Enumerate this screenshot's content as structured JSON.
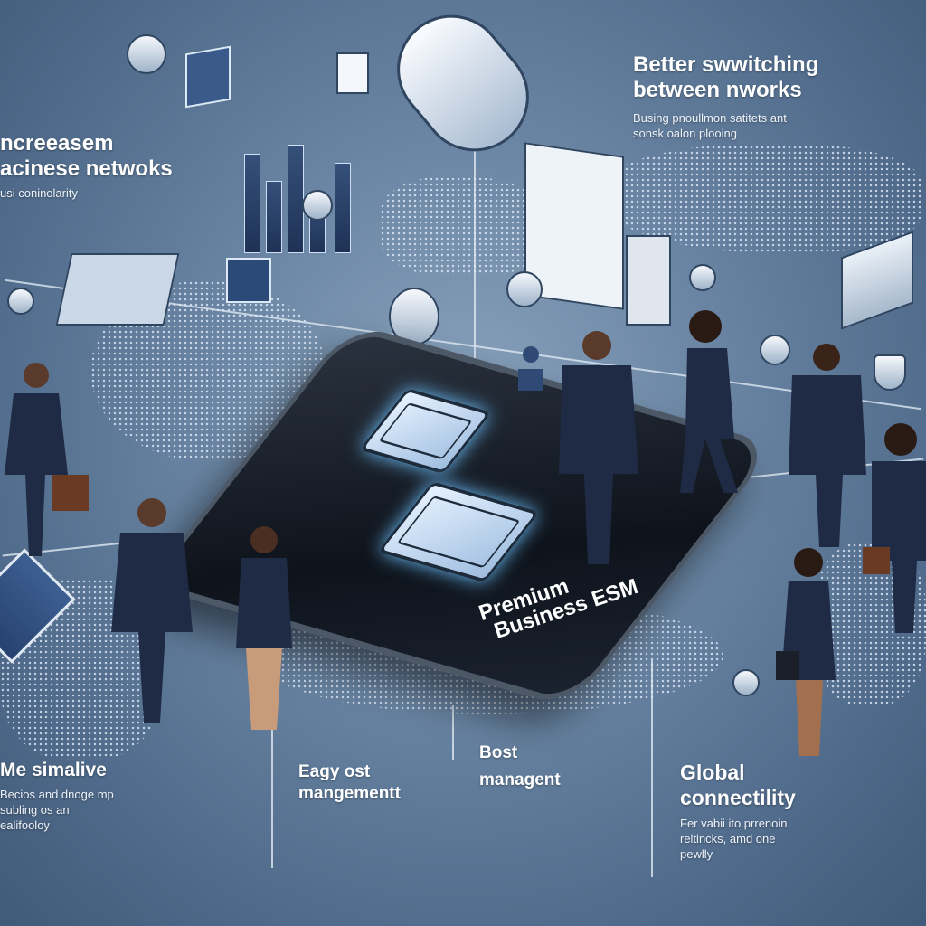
{
  "panels": {
    "top_left": {
      "title_line1": "ncreeasem",
      "title_line2": "acinese netwoks",
      "subtitle": "usi coninolarity"
    },
    "top_right": {
      "title_line1": "Better swwitching",
      "title_line2": "between nworks",
      "subtitle_line1": "Busing pnoullmon satitets ant",
      "subtitle_line2": "sonsk oalon plooing"
    },
    "bottom_left": {
      "title": "Me simalive",
      "subtitle_line1": "Becios and dnoge mp",
      "subtitle_line2": "subling os an",
      "subtitle_line3": "ealifooloy"
    },
    "bottom_mid": {
      "title_line1": "Eagy ost",
      "title_line2": "mangementt"
    },
    "bottom_mid2": {
      "title_line1": "Bost",
      "title_line2": "managent"
    },
    "bottom_right": {
      "title_line1": "Global",
      "title_line2": "connectility",
      "subtitle_line1": "Fer vabii ito prrenoin",
      "subtitle_line2": "reltincks, amd one",
      "subtitle_line3": "pewlly"
    }
  },
  "phone": {
    "label_line1": "Premium",
    "label_line2": "Business ESM"
  },
  "colors": {
    "background": "#6d88a6",
    "suit": "#1f2a44",
    "glow": "#6fc3ff"
  }
}
